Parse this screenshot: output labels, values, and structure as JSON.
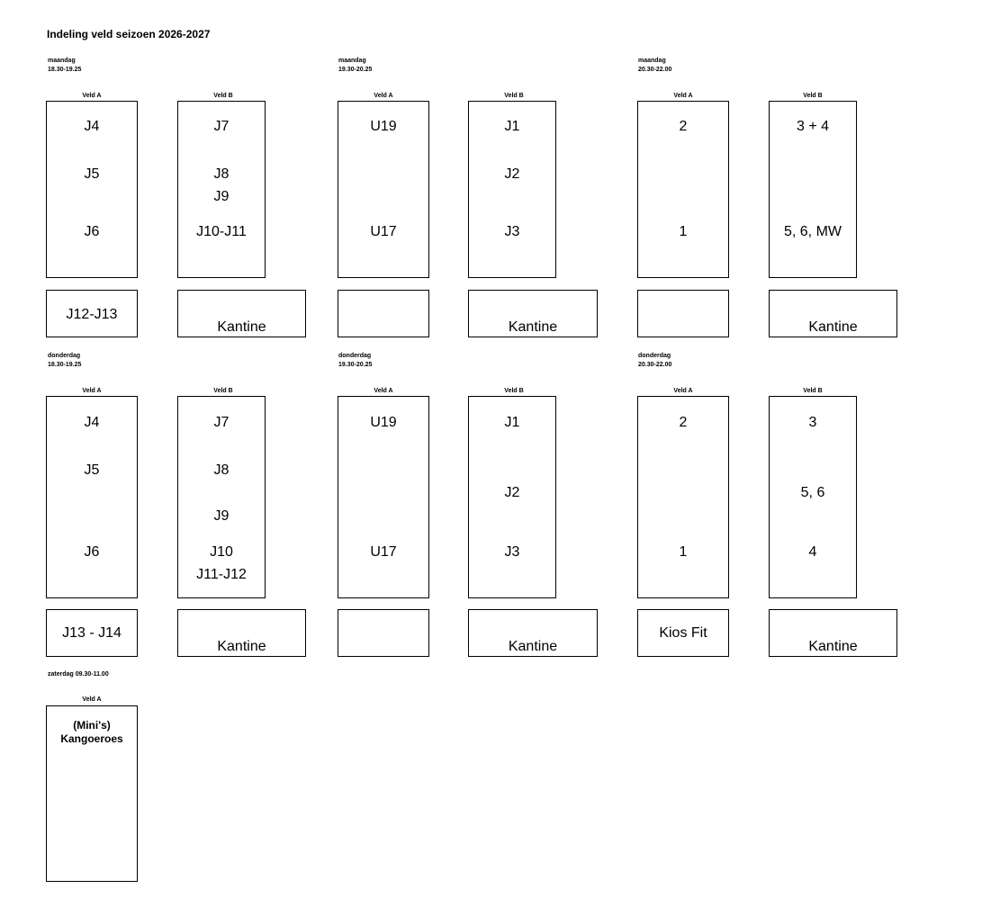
{
  "title": "Indeling veld seizoen 2026-2027",
  "veld_a": "Veld A",
  "veld_b": "Veld B",
  "maandag": {
    "slots": [
      {
        "day": "maandag",
        "time": "18.30-19.25",
        "a": [
          "J4",
          "J5",
          "J6"
        ],
        "b": [
          "J7",
          "J8",
          "J9",
          "J10-J11"
        ],
        "box_a": "J12-J13",
        "box_b": "Kantine"
      },
      {
        "day": "maandag",
        "time": "19.30-20.25",
        "a": [
          "U19",
          "U17"
        ],
        "b": [
          "J1",
          "J2",
          "J3"
        ],
        "box_a": "",
        "box_b": "Kantine"
      },
      {
        "day": "maandag",
        "time": "20.30-22.00",
        "a": [
          "2",
          "1"
        ],
        "b": [
          "3 + 4",
          "5, 6, MW"
        ],
        "box_a": "",
        "box_b": "Kantine"
      }
    ]
  },
  "donderdag": {
    "slots": [
      {
        "day": "donderdag",
        "time": "18.30-19.25",
        "a": [
          "J4",
          "J5",
          "J6"
        ],
        "b": [
          "J7",
          "J8",
          "J9",
          "J10",
          "J11-J12"
        ],
        "box_a": "J13 - J14",
        "box_b": "Kantine"
      },
      {
        "day": "donderdag",
        "time": "19.30-20.25",
        "a": [
          "U19",
          "U17"
        ],
        "b": [
          "J1",
          "J2",
          "J3"
        ],
        "box_a": "",
        "box_b": "Kantine"
      },
      {
        "day": "donderdag",
        "time": "20.30-22.00",
        "a": [
          "2",
          "1"
        ],
        "b": [
          "3",
          "5, 6",
          "4"
        ],
        "box_a": "Kios Fit",
        "box_b": "Kantine"
      }
    ]
  },
  "zaterdag": {
    "slot": "zaterdag 09.30-11.00",
    "veld": "Veld A",
    "line1": "(Mini's)",
    "line2": "Kangoeroes"
  }
}
